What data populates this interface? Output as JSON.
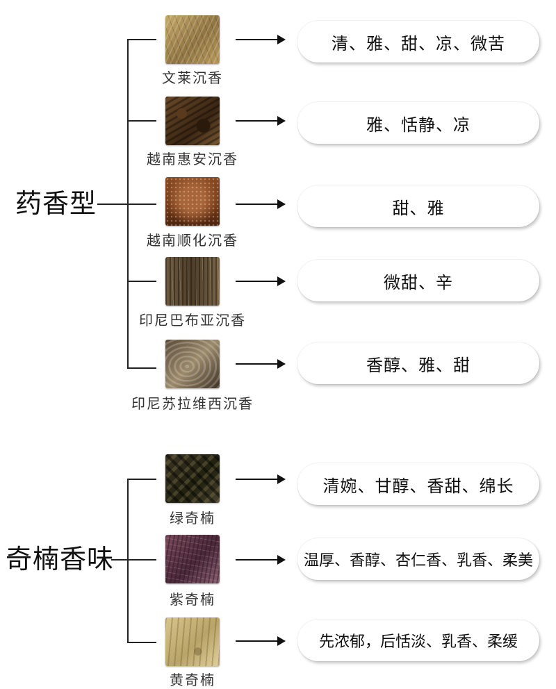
{
  "groups": [
    {
      "label": "药香型",
      "items": [
        {
          "name": "文莱沉香",
          "notes": "清、雅、甜、凉、微苦"
        },
        {
          "name": "越南惠安沉香",
          "notes": "雅、恬静、凉"
        },
        {
          "name": "越南顺化沉香",
          "notes": "甜、雅"
        },
        {
          "name": "印尼巴布亚沉香",
          "notes": "微甜、辛"
        },
        {
          "name": "印尼苏拉维西沉香",
          "notes": "香醇、雅、甜"
        }
      ]
    },
    {
      "label": "奇楠香味",
      "items": [
        {
          "name": "绿奇楠",
          "notes": "清婉、甘醇、香甜、绵长"
        },
        {
          "name": "紫奇楠",
          "notes": "温厚、香醇、杏仁香、乳香、柔美"
        },
        {
          "name": "黄奇楠",
          "notes": "先浓郁，后恬淡、乳香、柔缓"
        }
      ]
    }
  ]
}
